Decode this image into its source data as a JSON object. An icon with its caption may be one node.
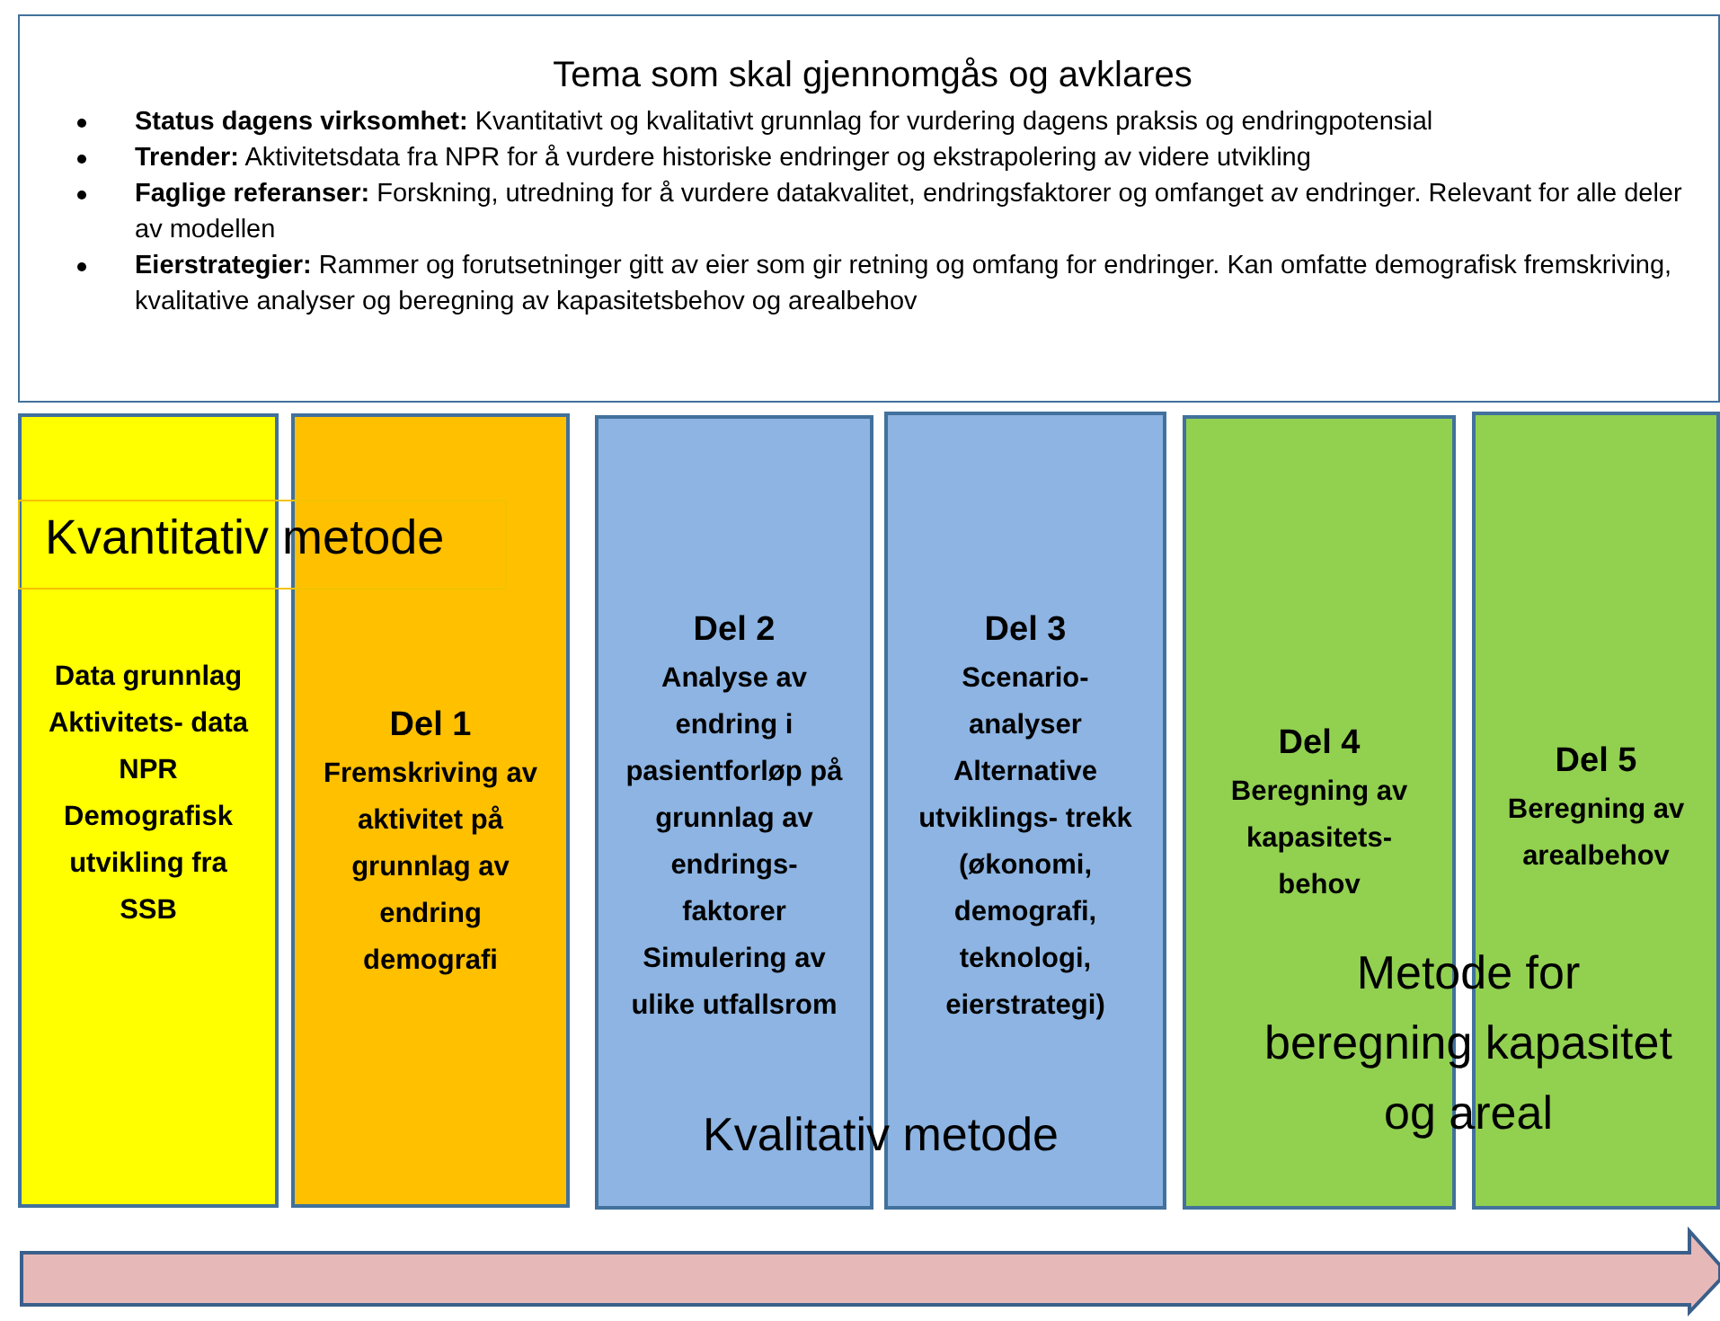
{
  "diagram": {
    "nodes": [
      {
        "text": [
          "Tema som skal gjennomgås og avklares",
          "**Status dagens virksomhet:** Kvantitativt og kvalitativt grunnlag for vurdering dagens praksis og endringpotensial",
          "**Trender:** Aktivitetsdata fra NPR for å vurdere historiske endringer og ekstrapolering av videre utvikling",
          "**Faglige referanser:** Forskning, utredning for å vurdere datakvalitet, endringsfaktorer og omfanget av endringer. Relevant for alle deler av modellen",
          "**Eierstrategier:** Rammer og forutsetninger gitt av eier som gir retning og omfang for endringer. Kan omfatte demografisk fremskriving, kvalitative analyser og beregning av kapasitetsbehov og arealbehov"
        ]
      },
      {
        "text": [
          "Data grunnlag Aktivitets- data NPR Demografisk utvikling fra SSB"
        ]
      },
      {
        "text": [
          "Del 1",
          "Fremskriving av aktivitet på grunnlag av endring demografi"
        ]
      },
      {
        "text": [
          "Del 2",
          "Analyse av endring i pasientforløp på grunnlag av endrings- faktorer Simulering av ulike utfallsrom"
        ]
      },
      {
        "text": [
          "Del 3",
          "Scenario- analyser Alternative utviklings- trekk (økonomi, demografi, teknologi, eierstrategi)"
        ]
      },
      {
        "text": [
          "Del 4",
          "Beregning av kapasitets- behov"
        ]
      },
      {
        "text": [
          "Del 5",
          "Beregning av arealbehov"
        ]
      },
      {
        "text": [
          "Kvantitativ metode"
        ]
      }
    ],
    "labels": [
      "Kvalitativ metode",
      "Metode for beregning kapasitet og areal"
    ]
  }
}
